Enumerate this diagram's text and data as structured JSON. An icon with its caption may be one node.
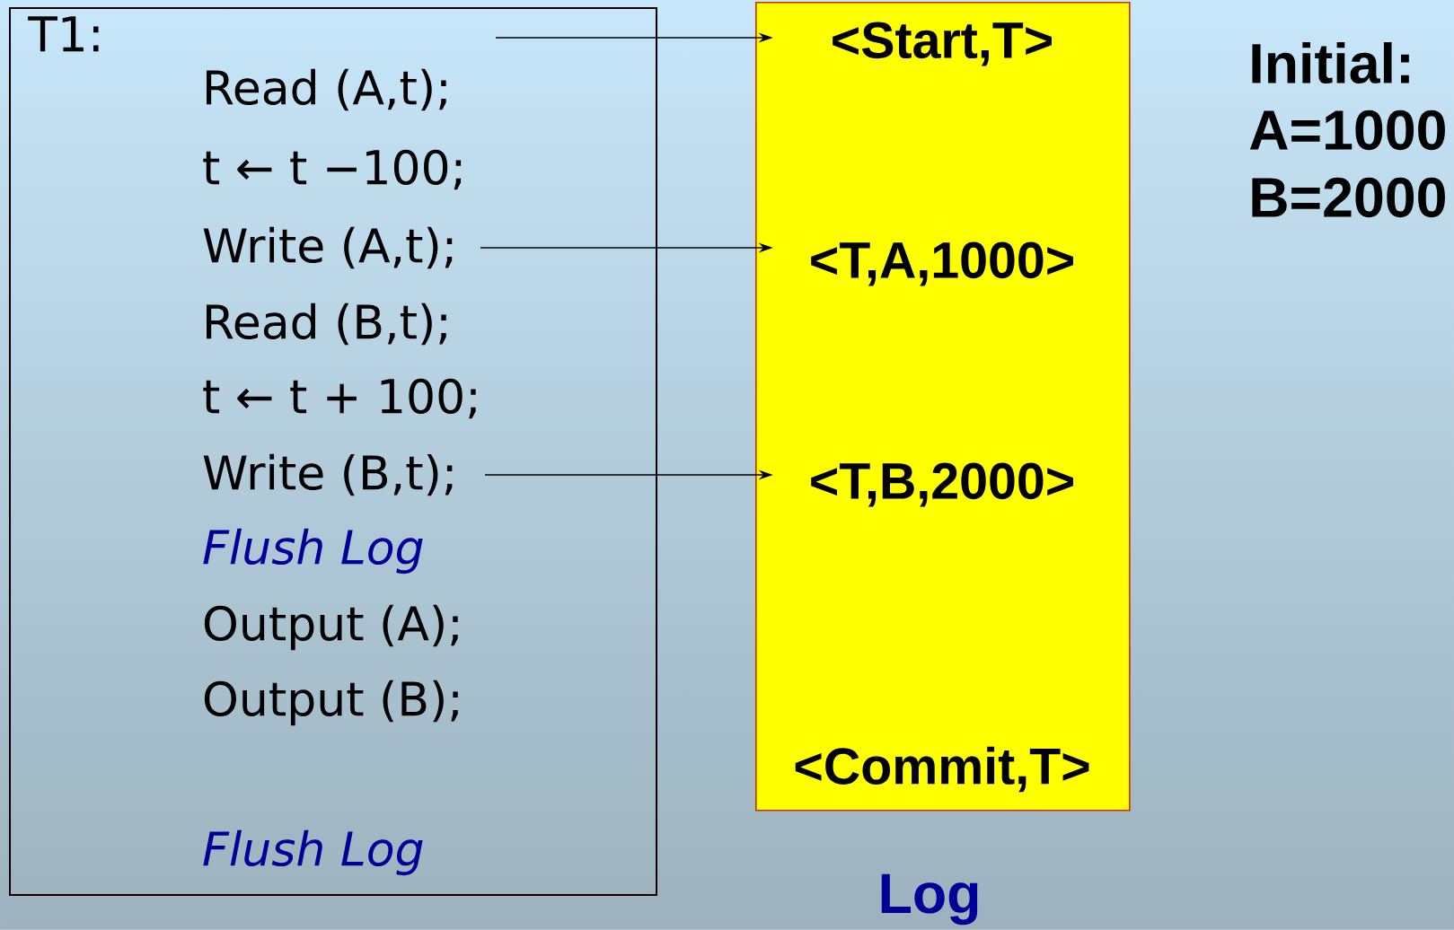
{
  "diagram": {
    "nodes": [
      {
        "text": [
          "T1:"
        ]
      },
      {
        "text": [
          "Read (A,t);"
        ],
        "in": 0
      },
      {
        "text": [
          "t ← t −100;"
        ],
        "in": 0
      },
      {
        "text": [
          "Write (A,t);"
        ],
        "in": 0
      },
      {
        "text": [
          "Read (B,t);"
        ],
        "in": 0
      },
      {
        "text": [
          "t ← t + 100;"
        ],
        "in": 0
      },
      {
        "text": [
          "Write (B,t);"
        ],
        "in": 0
      },
      {
        "text": [
          "Flush Log"
        ],
        "in": 0
      },
      {
        "text": [
          "Output (A);"
        ],
        "in": 0
      },
      {
        "text": [
          "Output (B);"
        ],
        "in": 0
      },
      {
        "text": [
          "Flush Log"
        ],
        "in": 0
      },
      {
        "text": [
          "Log"
        ]
      },
      {
        "text": [
          "<Start,T>"
        ],
        "in": 11
      },
      {
        "text": [
          "<T,A,1000>"
        ],
        "in": 11
      },
      {
        "text": [
          "<T,B,2000>"
        ],
        "in": 11
      },
      {
        "text": [
          "<Commit,T>"
        ],
        "in": 11
      }
    ],
    "edges": [
      {
        "from": null,
        "to": 12,
        "arrow": "to"
      },
      {
        "from": 3,
        "to": 13,
        "arrow": "to"
      },
      {
        "from": 6,
        "to": 14,
        "arrow": "to"
      }
    ],
    "labels": [
      "Initial:",
      "A=1000",
      "B=2000"
    ]
  }
}
